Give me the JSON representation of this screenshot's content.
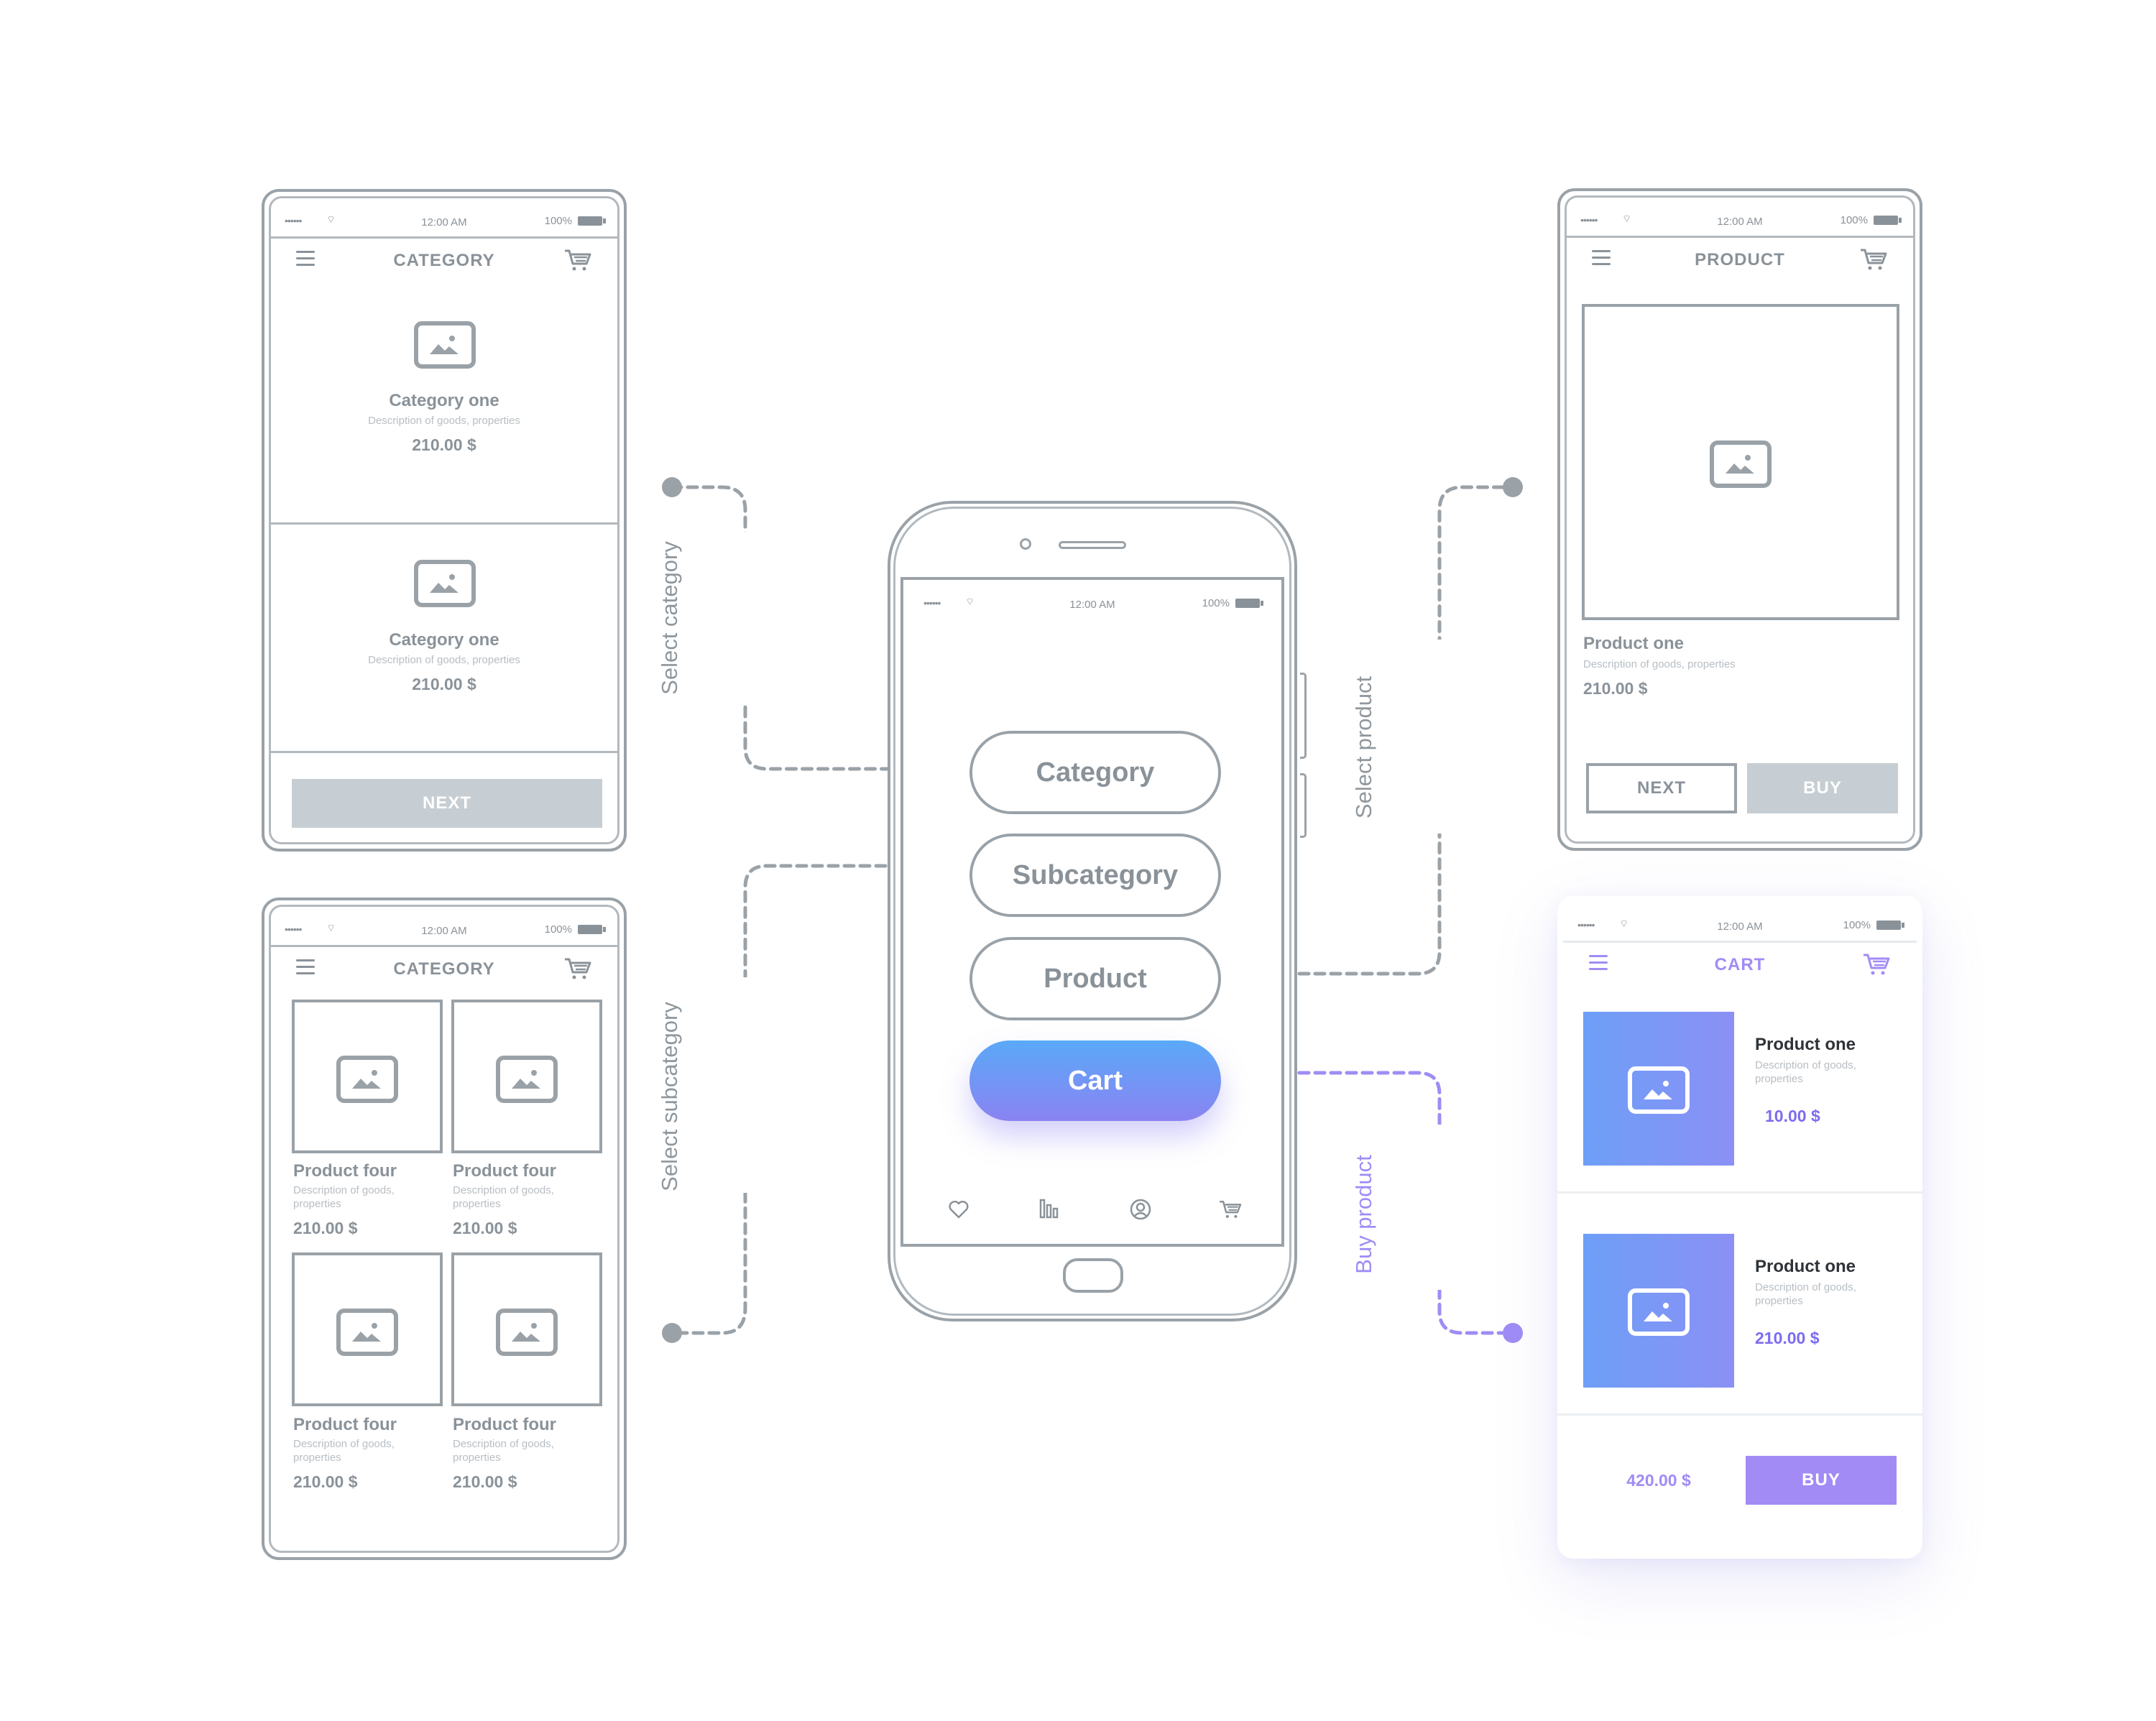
{
  "status": {
    "time": "12:00 AM",
    "battery": "100%",
    "signal": "••••••"
  },
  "screen_category_list": {
    "title": "CATEGORY",
    "items": [
      {
        "name": "Category one",
        "desc": "Description of goods, properties",
        "price": "210.00 $"
      },
      {
        "name": "Category one",
        "desc": "Description of goods, properties",
        "price": "210.00 $"
      }
    ],
    "next_label": "NEXT"
  },
  "screen_category_grid": {
    "title": "CATEGORY",
    "items": [
      {
        "name": "Product four",
        "desc1": "Description of goods,",
        "desc2": "properties",
        "price": "210.00 $"
      },
      {
        "name": "Product four",
        "desc1": "Description of goods,",
        "desc2": "properties",
        "price": "210.00 $"
      },
      {
        "name": "Product four",
        "desc1": "Description of goods,",
        "desc2": "properties",
        "price": "210.00 $"
      },
      {
        "name": "Product four",
        "desc1": "Description of goods,",
        "desc2": "properties",
        "price": "210.00 $"
      }
    ]
  },
  "screen_main": {
    "buttons": {
      "category": "Category",
      "subcategory": "Subcategory",
      "product": "Product",
      "cart": "Cart"
    }
  },
  "screen_product": {
    "title": "PRODUCT",
    "name": "Product one",
    "desc": "Description of goods, properties",
    "price": "210.00 $",
    "next_label": "NEXT",
    "buy_label": "BUY"
  },
  "screen_cart": {
    "title": "CART",
    "items": [
      {
        "name": "Product one",
        "desc1": "Description of goods,",
        "desc2": "properties",
        "price": "10.00 $"
      },
      {
        "name": "Product one",
        "desc1": "Description of goods,",
        "desc2": "properties",
        "price": "210.00 $"
      }
    ],
    "total": "420.00 $",
    "buy_label": "BUY"
  },
  "flows": {
    "select_category": "Select category",
    "select_subcategory": "Select subcategory",
    "select_product": "Select product",
    "buy_product": "Buy product"
  },
  "colors": {
    "outline": "#9aa2a8",
    "text": "#8a9299",
    "accent_purple": "#a28bf5",
    "accent_blue": "#5aa9f8"
  }
}
